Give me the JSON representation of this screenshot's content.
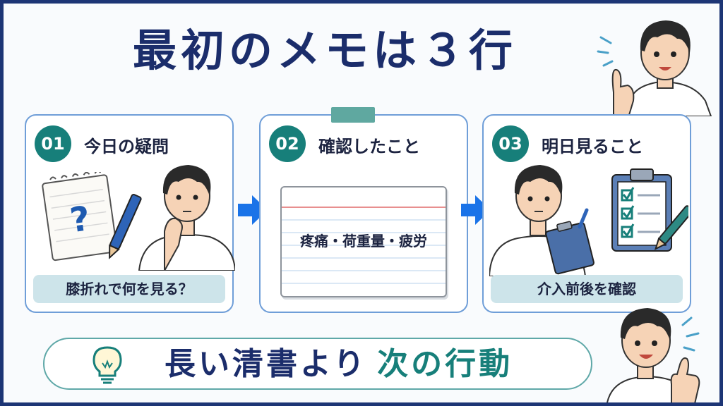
{
  "title": "最初のメモは３行",
  "arrow_color": "#1a73e8",
  "accent_color": "#177f7a",
  "title_color": "#1b2d6b",
  "steps": [
    {
      "number": "01",
      "title": "今日の疑問",
      "caption": "膝折れで何を見る？",
      "illustration": "notepad-question-icon"
    },
    {
      "number": "02",
      "title": "確認したこと",
      "memo": "疼痛・荷重量・疲労",
      "illustration": "index-card-icon"
    },
    {
      "number": "03",
      "title": "明日見ること",
      "caption": "介入前後を確認",
      "illustration": "clipboard-checklist-icon"
    }
  ],
  "bottom": {
    "text": "長い清書より",
    "accent": "次の行動",
    "icon": "lightbulb-icon"
  }
}
